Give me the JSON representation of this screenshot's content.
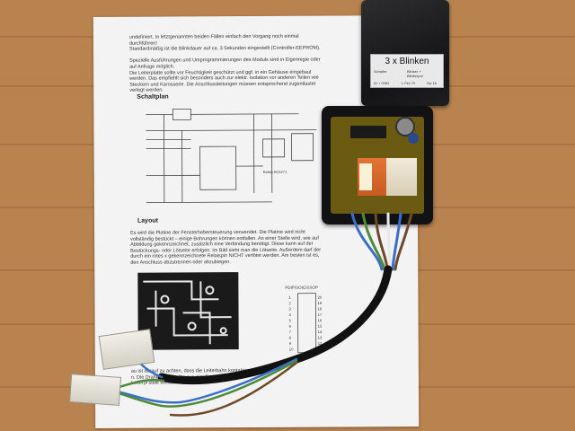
{
  "paper": {
    "intro_text": "undefiniert. In letztgenannten beiden Fällen einfach den Vorgang noch einmal\ndurchführen!\nStandardmäßig ist die Blinkdauer auf ca. 3 Sekunden eingestellt (Controller-EEPROM).\n\nSpezielle Ausführungen und Umprogrammierungen des Moduls sind in Eigenregie oder\nauf Anfrage möglich.\nDie Leiterplatte sollte vor Feuchtigkeit geschützt und ggf. in ein Gehäuse eingebaut\nwerden. Das empfiehlt sich besonders auch zur elektr. Isolation vor anderen Teilen wie\nSteckern und Karosserie. Die Anschlussleitungen müssen entsprechend zugentlastet\nverlegt werden.",
    "schematic_heading": "Schaltplan",
    "schematic_note": "Relais AC5271",
    "layout_heading": "Layout",
    "layout_text": "Es wird die Platine der Fensterhebersteuerung verwendet. Die Platine wird nicht\nvollständig bestückt – einige Bohrungen können entfallen. An einer Stelle wird, wie auf\nAbbildung gekennzeichnet, zusätzlich eine Verbindung benötigt. Diese kann auf der\nBestückungs- oder Lötseite erfolgen. Im Bild sieht man die Lötseite. Außerdem darf der\ndurch ein rotes x gekennzeichnete Relaispin NICHT verlötet werden. Am besten ist es,\nden Anschluss abzutrennen oder abzubiegen.",
    "chip_title": "PDIP/SOIC/SSOP",
    "chip_pins_left": [
      "1",
      "2",
      "3",
      "4",
      "5",
      "6",
      "7",
      "8",
      "9",
      "10"
    ],
    "chip_pins_right": [
      "20",
      "19",
      "18",
      "17",
      "16",
      "15",
      "14",
      "13",
      "12",
      "11"
    ],
    "bottom_text": "au ist darauf zu achten, dass die Leiterbahn            kontakten gut\nn. Die Drahtbrücke sollte aus ein            ,5 mm starken\nLeiterpl            stellt werden."
  },
  "lid": {
    "title": "3 x Blinken",
    "cells": [
      "Schalter",
      "Blinker +\nBlinkerpol",
      "A+ / GND",
      "L  Fkt / R",
      "Sw 1b"
    ]
  },
  "colors": {
    "wood": "#b8834f",
    "paper": "#f3f3f4",
    "case": "#121214",
    "pcb": "#6b5a12",
    "relay_orange": "#e27535",
    "wire_blue": "#3a6fc7",
    "wire_green": "#4f8a3a",
    "wire_brown": "#6e4a2a",
    "wire_white": "#e8e8e8"
  }
}
